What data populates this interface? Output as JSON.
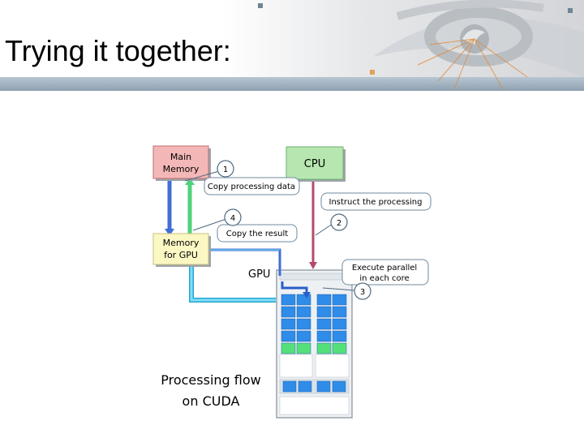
{
  "slide": {
    "title": "Trying it together:"
  },
  "colors": {
    "main_memory_fill": "#f4b7b7",
    "cpu_fill": "#b7e6b0",
    "gpu_memory_fill": "#fbf8c4",
    "copy_arrow_blue": "#3f6fd6",
    "copy_arrow_green": "#4fd37a",
    "instruct_arrow": "#b34c6a",
    "result_arrow_cyan": "#7ee0f2",
    "core_blue": "#2f8ce8",
    "core_green": "#53e07a"
  },
  "diagram": {
    "main_memory": {
      "line1": "Main",
      "line2": "Memory"
    },
    "cpu": {
      "label": "CPU"
    },
    "gpu_memory": {
      "line1": "Memory",
      "line2": "for GPU"
    },
    "gpu": {
      "label": "GPU"
    },
    "steps": [
      {
        "number": "1",
        "text": "Copy processing data"
      },
      {
        "number": "2",
        "text": "Instruct the processing"
      },
      {
        "number": "3",
        "line1": "Execute parallel",
        "line2": "in each core"
      },
      {
        "number": "4",
        "text": "Copy the result"
      }
    ],
    "caption": {
      "line1": "Processing flow",
      "line2": "on CUDA"
    }
  }
}
